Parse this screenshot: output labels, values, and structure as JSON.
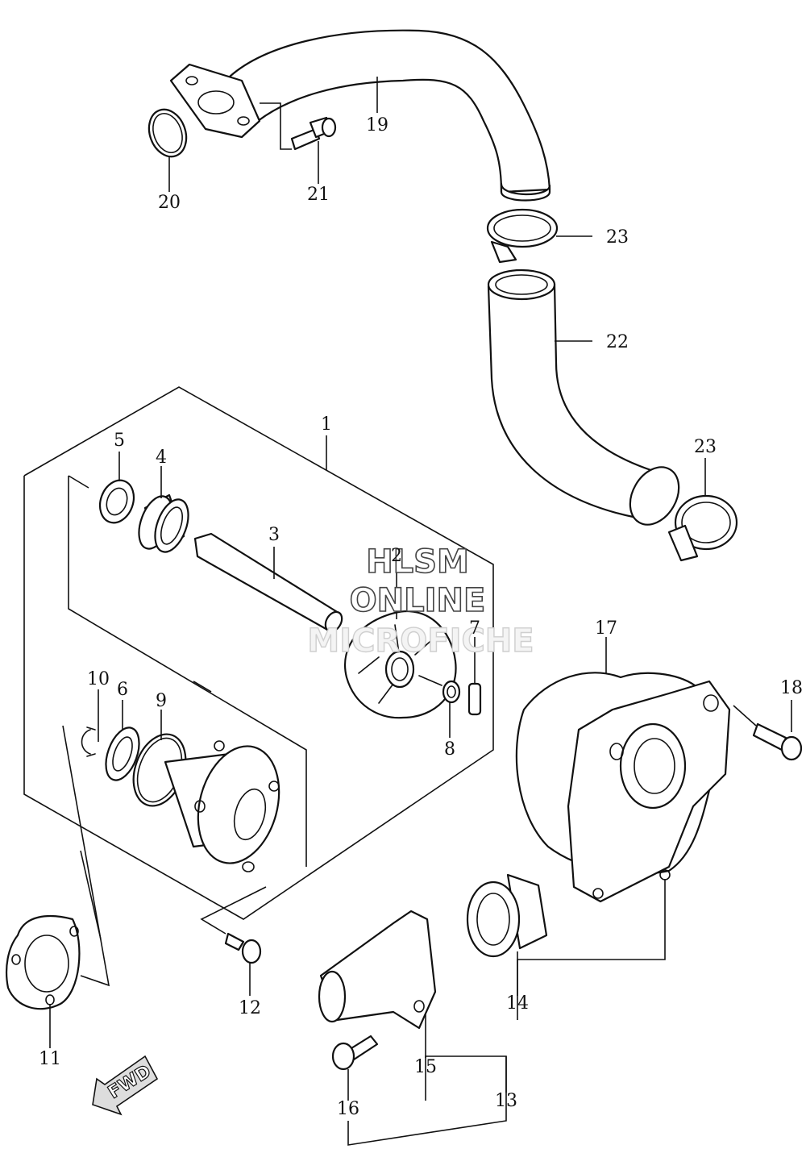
{
  "callouts": {
    "c1": "1",
    "c2": "2",
    "c3": "3",
    "c4": "4",
    "c5": "5",
    "c6": "6",
    "c7": "7",
    "c8": "8",
    "c9": "9",
    "c10": "10",
    "c11": "11",
    "c12": "12",
    "c13": "13",
    "c14": "14",
    "c15": "15",
    "c16": "16",
    "c17": "17",
    "c18": "18",
    "c19": "19",
    "c20": "20",
    "c21": "21",
    "c22": "22",
    "c23a": "23",
    "c23b": "23"
  },
  "watermark": {
    "line1": "HLSM",
    "line2": "ONLINE",
    "line3": "MICROFICHE"
  },
  "direction_arrow": {
    "label": "FWD"
  }
}
